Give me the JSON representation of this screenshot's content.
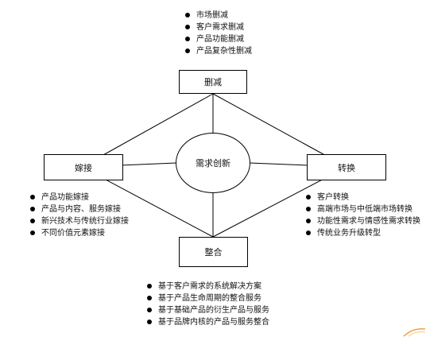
{
  "center": {
    "label": "需求创新"
  },
  "nodes": {
    "top": {
      "label": "删减",
      "bullets": [
        "市场删减",
        "客户需求删减",
        "产品功能删减",
        "产品复杂性删减"
      ]
    },
    "left": {
      "label": "嫁接",
      "bullets": [
        "产品功能嫁接",
        "产品与内容、服务嫁接",
        "新兴技术与传统行业嫁接",
        "不同价值元素嫁接"
      ]
    },
    "right": {
      "label": "转换",
      "bullets": [
        "客户转换",
        "高端市场与中低端市场转换",
        "功能性需求与情感性需求转换",
        "传统业务升级转型"
      ]
    },
    "bottom": {
      "label": "整合",
      "bullets": [
        "基于客户需求的系统解决方案",
        "基于产品生命周期的整合服务",
        "基于基础产品的衍生产品与服务",
        "基于品牌内核的产品与服务整合"
      ]
    }
  }
}
